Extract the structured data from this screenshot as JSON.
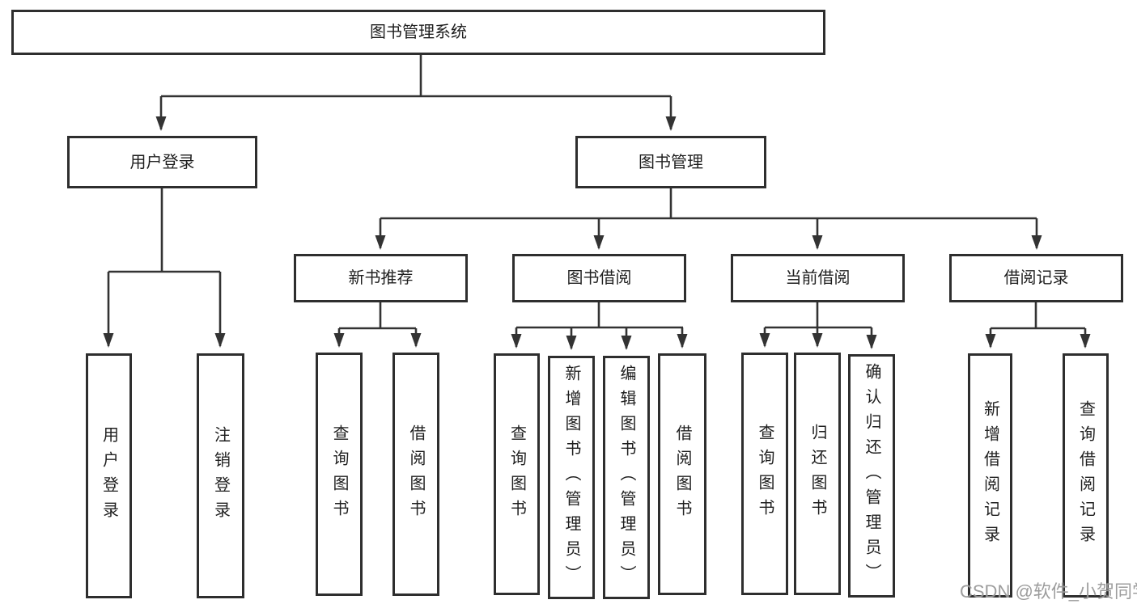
{
  "tree": {
    "root": {
      "label": "图书管理系统"
    },
    "children": [
      {
        "label": "用户登录",
        "children": [
          {
            "label": "用户登录"
          },
          {
            "label": "注销登录"
          }
        ]
      },
      {
        "label": "图书管理",
        "children": [
          {
            "label": "新书推荐",
            "children": [
              {
                "label": "查询图书"
              },
              {
                "label": "借阅图书"
              }
            ]
          },
          {
            "label": "图书借阅",
            "children": [
              {
                "label": "查询图书"
              },
              {
                "label": "新增图书（管理员）"
              },
              {
                "label": "编辑图书（管理员）"
              },
              {
                "label": "借阅图书"
              }
            ]
          },
          {
            "label": "当前借阅",
            "children": [
              {
                "label": "查询图书"
              },
              {
                "label": "归还图书"
              },
              {
                "label": "确认归还（管理员）"
              }
            ]
          },
          {
            "label": "借阅记录",
            "children": [
              {
                "label": "新增借阅记录"
              },
              {
                "label": "查询借阅记录"
              }
            ]
          }
        ]
      }
    ]
  },
  "watermark": {
    "text": "CSDN @软件_小贺同学"
  },
  "colors": {
    "line": "#333333",
    "box_border": "#2e2e2e",
    "text": "#1f1f1f",
    "background": "#ffffff",
    "watermark": "#8c8c8c"
  }
}
